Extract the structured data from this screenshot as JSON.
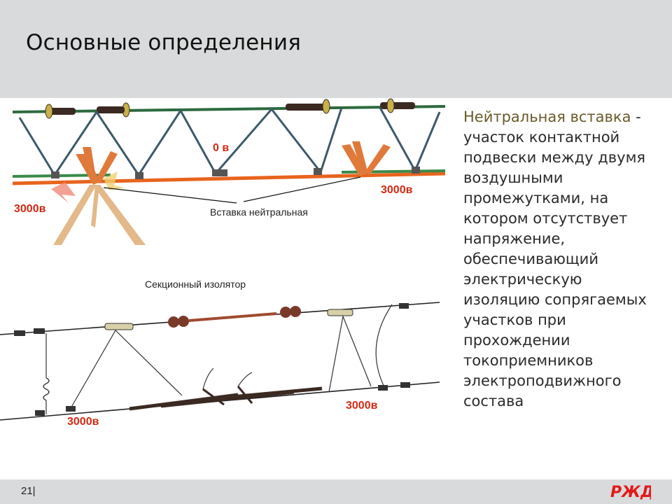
{
  "title": "Основные определения",
  "definition": {
    "term": "Нейтральная вставка",
    "text": "- участок контактной подвески между двумя воздушными промежутками, на котором отсутствует напряжение, обеспечивающий электрическую изоляцию сопрягаемых участков при прохождении токоприемников электроподвижного состава"
  },
  "top_diagram": {
    "label_zero": "0 в",
    "label_left_voltage": "3000в",
    "label_right_voltage": "3000в",
    "caption": "Вставка нейтральная"
  },
  "bottom_diagram": {
    "caption": "Секционный изолятор",
    "label_left_voltage": "3000в",
    "label_right_voltage": "3000в"
  },
  "footer": {
    "page": "21|",
    "logo_text": "РЖД",
    "logo_color": "#e21a1a"
  },
  "colors": {
    "header_bg": "#d9dadb",
    "voltage_label": "#d12a12",
    "contact_wire": "#e8641e",
    "catenary": "#2d6a3e"
  }
}
